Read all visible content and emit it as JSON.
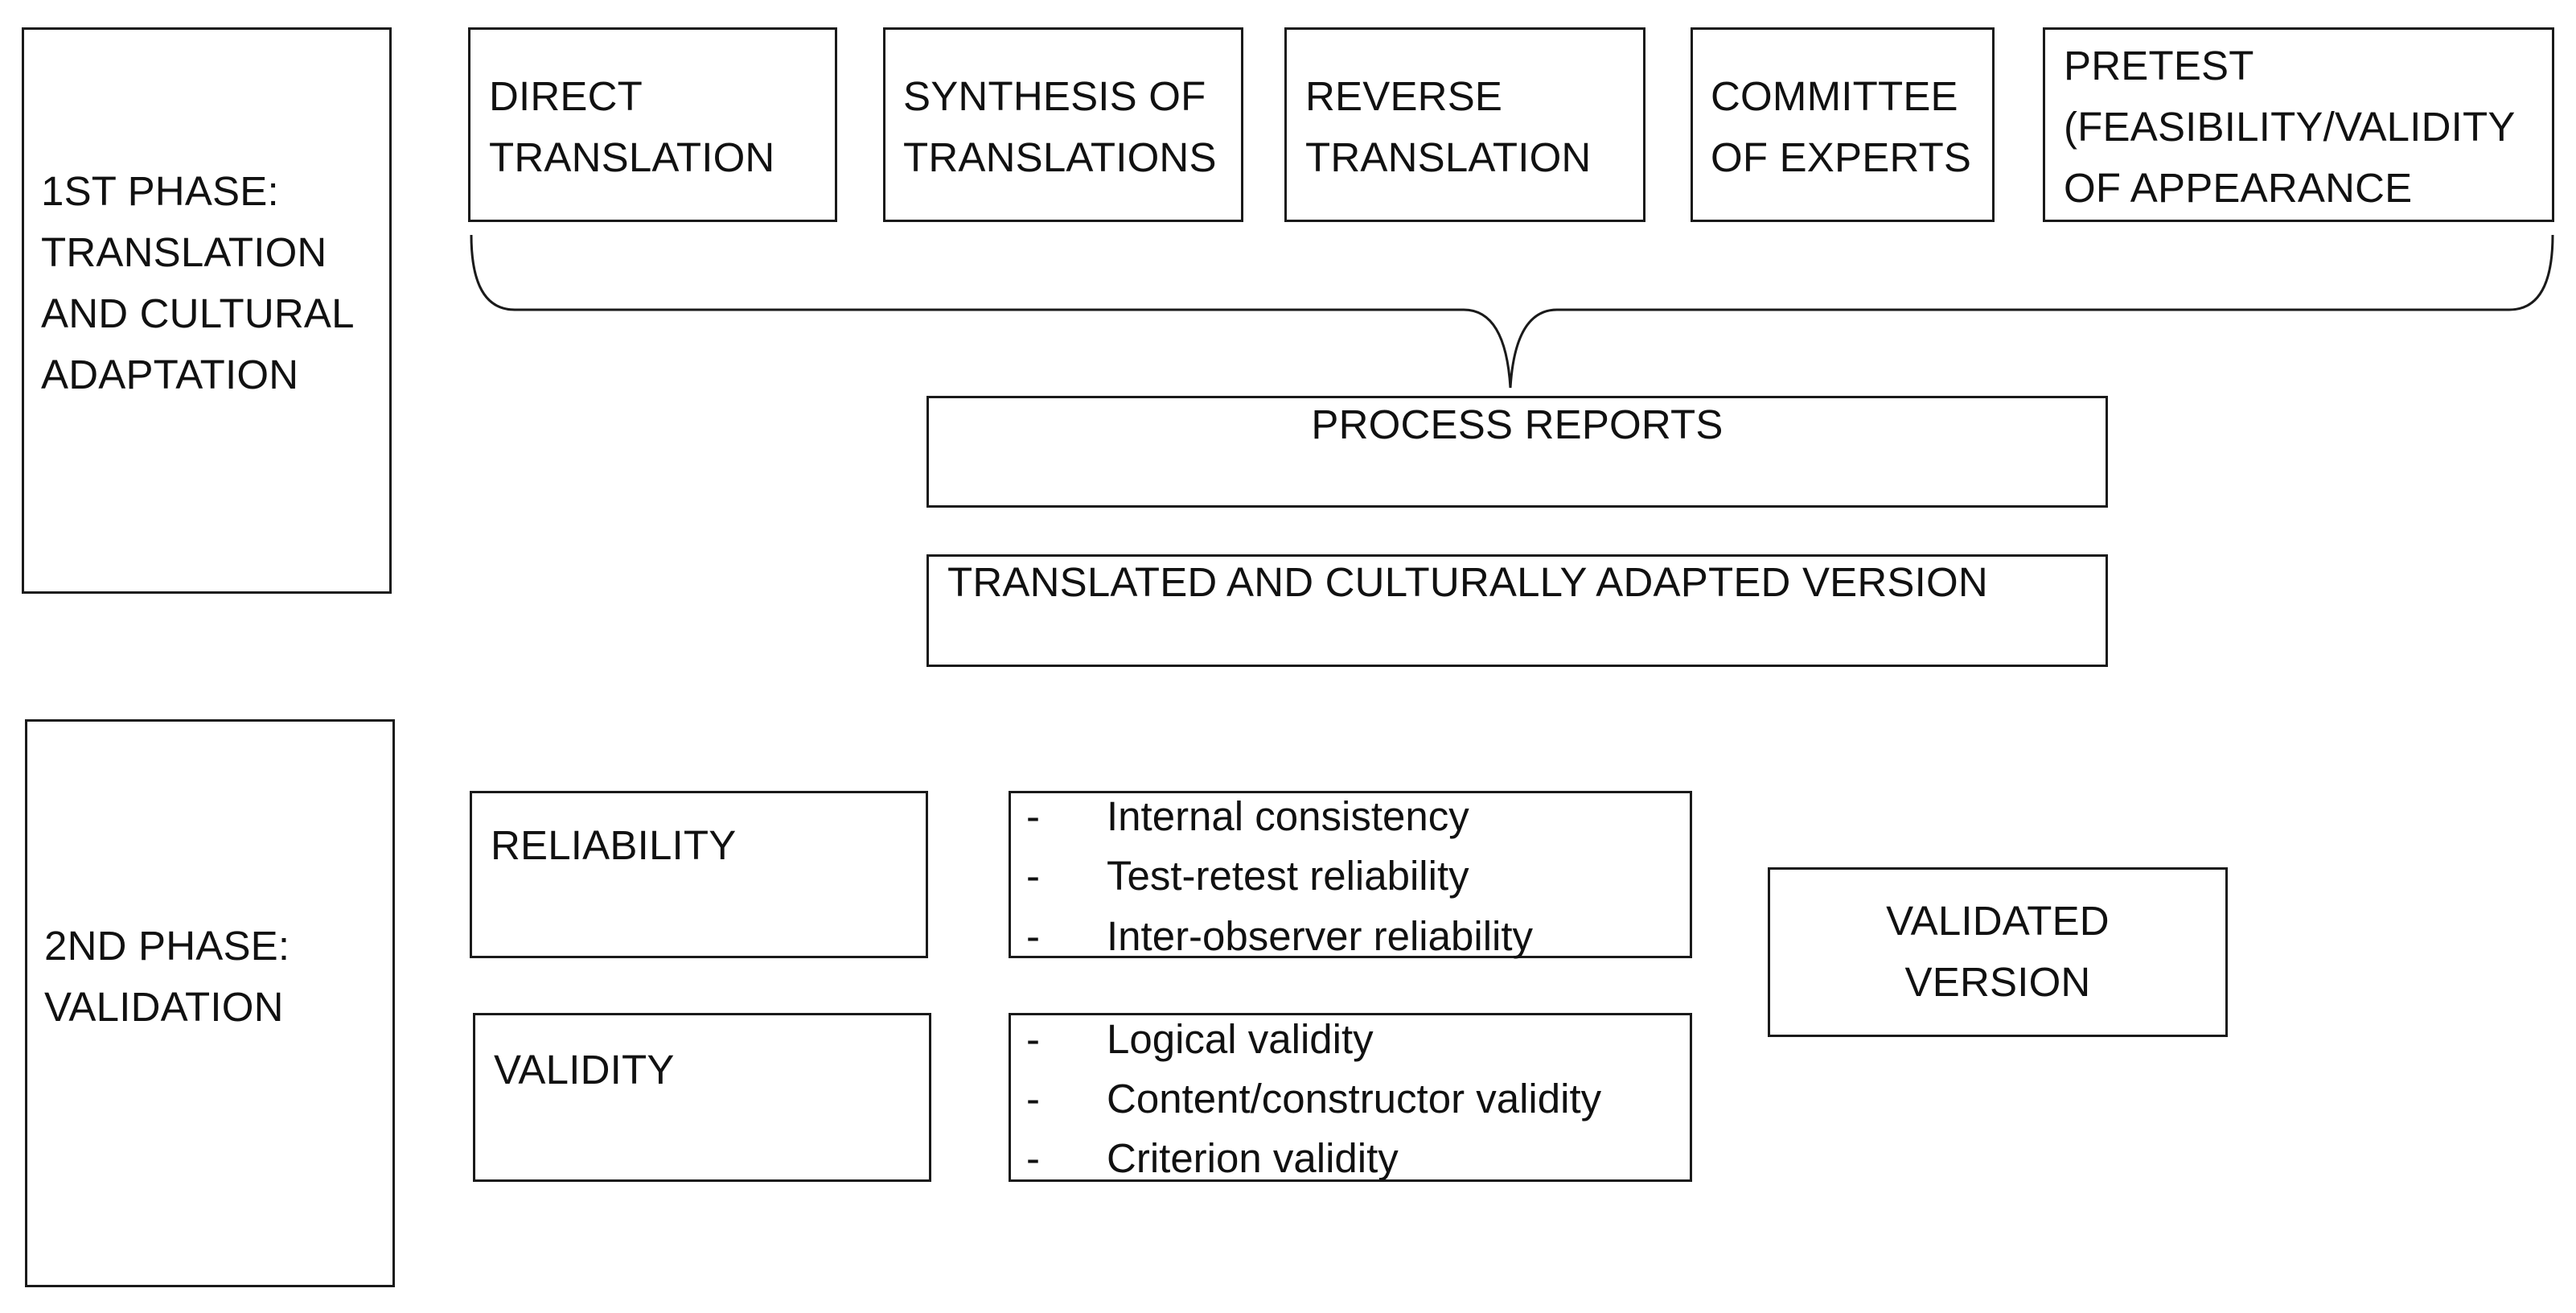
{
  "phase1": {
    "label": "1ST PHASE:\nTRANSLATION\nAND CULTURAL\nADAPTATION",
    "steps": [
      "DIRECT\nTRANSLATION",
      "SYNTHESIS OF\nTRANSLATIONS",
      "REVERSE\nTRANSLATION",
      "COMMITTEE\nOF EXPERTS",
      "PRETEST\n(FEASIBILITY/VALIDITY\nOF APPEARANCE"
    ],
    "process_reports": "PROCESS REPORTS",
    "adapted_version": "TRANSLATED AND CULTURALLY ADAPTED VERSION"
  },
  "phase2": {
    "label": "2ND PHASE:\nVALIDATION",
    "reliability": {
      "label": "RELIABILITY",
      "bullet_marker": "-",
      "items": [
        "Internal consistency",
        "Test-retest reliability",
        "Inter-observer reliability"
      ]
    },
    "validity": {
      "label": "VALIDITY",
      "bullet_marker": "-",
      "items": [
        "Logical validity",
        "Content/constructor validity",
        "Criterion validity"
      ]
    },
    "validated_version": "VALIDATED\nVERSION"
  }
}
